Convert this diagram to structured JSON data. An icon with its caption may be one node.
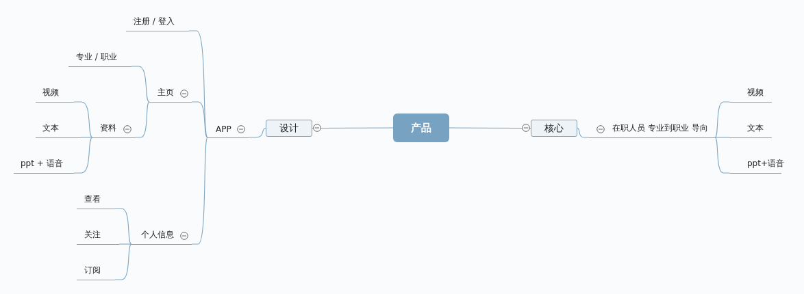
{
  "diagram": {
    "nodes": [
      {
        "text": [
          "产品"
        ]
      },
      {
        "text": [
          "设计"
        ]
      },
      {
        "text": [
          "APP"
        ]
      },
      {
        "text": [
          "注册 / 登入"
        ]
      },
      {
        "text": [
          "主页"
        ]
      },
      {
        "text": [
          "专业 / 职业"
        ]
      },
      {
        "text": [
          "资料"
        ]
      },
      {
        "text": [
          "视频"
        ]
      },
      {
        "text": [
          "文本"
        ]
      },
      {
        "text": [
          "ppt + 语音"
        ]
      },
      {
        "text": [
          "个人信息"
        ]
      },
      {
        "text": [
          "查看"
        ]
      },
      {
        "text": [
          "关注"
        ]
      },
      {
        "text": [
          "订阅"
        ]
      },
      {
        "text": [
          "核心"
        ]
      },
      {
        "text": [
          "在职人员 专业到职业 导向"
        ]
      },
      {
        "text": [
          "视频"
        ]
      },
      {
        "text": [
          "文本"
        ]
      },
      {
        "text": [
          "ppt+语音"
        ]
      }
    ],
    "edges": [
      {
        "from": 0,
        "to": 1,
        "arrow": "none"
      },
      {
        "from": 1,
        "to": 2,
        "arrow": "none"
      },
      {
        "from": 2,
        "to": 3,
        "arrow": "none"
      },
      {
        "from": 2,
        "to": 4,
        "arrow": "none"
      },
      {
        "from": 2,
        "to": 10,
        "arrow": "none"
      },
      {
        "from": 4,
        "to": 5,
        "arrow": "none"
      },
      {
        "from": 4,
        "to": 6,
        "arrow": "none"
      },
      {
        "from": 6,
        "to": 7,
        "arrow": "none"
      },
      {
        "from": 6,
        "to": 8,
        "arrow": "none"
      },
      {
        "from": 6,
        "to": 9,
        "arrow": "none"
      },
      {
        "from": 10,
        "to": 11,
        "arrow": "none"
      },
      {
        "from": 10,
        "to": 12,
        "arrow": "none"
      },
      {
        "from": 10,
        "to": 13,
        "arrow": "none"
      },
      {
        "from": 0,
        "to": 14,
        "arrow": "none"
      },
      {
        "from": 14,
        "to": 15,
        "arrow": "none"
      },
      {
        "from": 15,
        "to": 16,
        "arrow": "none"
      },
      {
        "from": 15,
        "to": 17,
        "arrow": "none"
      },
      {
        "from": 15,
        "to": 18,
        "arrow": "none"
      }
    ]
  }
}
